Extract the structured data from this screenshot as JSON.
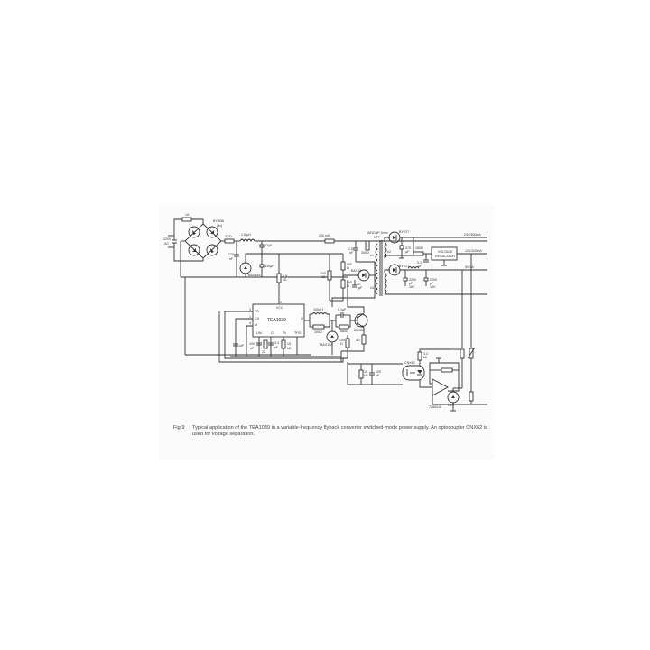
{
  "figure": {
    "number": "Fig.9",
    "caption": "Typical application of the TEA1039 in a variable-frequency flyback converter switched-mode power supply. An optocoupler CNX62 is used for voltage separation."
  },
  "schematic": {
    "mains": {
      "label": "220V",
      "sub": "AC"
    },
    "fuse": {
      "label": "1A"
    },
    "bridge": {
      "label": "BYW56",
      "sub": "(4x)"
    },
    "ntc": {
      "label": "3.7Ω"
    },
    "choke": {
      "label": "1.5 µH"
    },
    "cap_in1": {
      "label": "220",
      "sub": "nF"
    },
    "cap_in2": {
      "label": "47µF"
    },
    "cap_in3": {
      "label": "330µF"
    },
    "zener_in": {
      "label": "BAX18A"
    },
    "res_start": {
      "label": "1.5",
      "sub": "kΩ"
    },
    "ic": {
      "name": "TEA1039",
      "pins": {
        "vcc": "VCC",
        "fb": "FB",
        "cu": "CU",
        "m": "M",
        "lim": "LIM",
        "ct": "Ct",
        "rt": "Rt",
        "tpg": "TPG",
        "o": "O",
        "p3": "3",
        "p1": "1",
        "p4": "4",
        "p9": "9",
        "p6": "6",
        "p7": "7",
        "p8": "8",
        "p2": "2",
        "p5": "5"
      }
    },
    "cap_osc": {
      "label": "1nF"
    },
    "cap_lim": {
      "label": "100",
      "sub": "nF"
    },
    "res_lim": {
      "label": "22",
      "sub": "kΩ"
    },
    "cap_ct": {
      "label": "3.3",
      "sub": "nF"
    },
    "res_rt": {
      "label": "15",
      "sub": "kΩ"
    },
    "drive_ind": {
      "label": "100µH"
    },
    "drive_res": {
      "label": "100Ω"
    },
    "drive_cap": {
      "label": "0.1µF"
    },
    "base_res": {
      "label": "560Ω"
    },
    "transistor": {
      "label": "BUX85"
    },
    "drive_zener": {
      "label": "BAX18A"
    },
    "res_e1": {
      "label": "100",
      "sub": "Ω"
    },
    "res_e2": {
      "label": "1Ω"
    },
    "ind_main": {
      "label": "400 mA"
    },
    "res_div1": {
      "label": "100",
      "sub": "kΩ"
    },
    "res_div2": {
      "label": "560",
      "sub": "Ω"
    },
    "res_div3": {
      "label": "560",
      "sub": "Ω"
    },
    "cap_snub": {
      "label": "1.5",
      "sub": "nF"
    },
    "res_snub": {
      "label": "300Ω"
    },
    "aux_diode": {
      "label": "BAX18"
    },
    "aux_cap": {
      "label": "47",
      "sub": "µF"
    },
    "transformer": {
      "label": "AIRGAP 2mm",
      "sub": "NPP",
      "w1": "n1",
      "w2": "n2",
      "w3": "n3"
    },
    "diode_24v": {
      "label": "BYV27"
    },
    "cap_24v": {
      "label": "470",
      "sub": "µF"
    },
    "res_reg": {
      "label": "180Ω"
    },
    "cap_reg": {
      "label": "0.1",
      "sub": "µF"
    },
    "regulator": {
      "label": "VOLTAGE",
      "sub": "REGULATOR"
    },
    "diode_5v": {
      "label": "BYV27"
    },
    "cap_5v1": {
      "label": "2200",
      "sub": "µF",
      "v": "16V"
    },
    "cap_5v2": {
      "label": "2200",
      "sub": "µF",
      "v": "16V"
    },
    "outputs": {
      "o24": "24V/300mA",
      "o12": "12V/100mA",
      "o5": "5V/3A"
    },
    "fb_res": {
      "label": "10",
      "sub": "kΩ"
    },
    "fb_cap": {
      "label": "100",
      "sub": "nF"
    },
    "optocoupler": {
      "label": "CNX62"
    },
    "opto_res": {
      "label": "3.3",
      "sub": "kΩ"
    },
    "ref_ic": {
      "label": "TDA1500"
    },
    "ref_zener": {
      "label": "CZ4"
    },
    "ref_code": {
      "label": "7Z60011"
    }
  }
}
